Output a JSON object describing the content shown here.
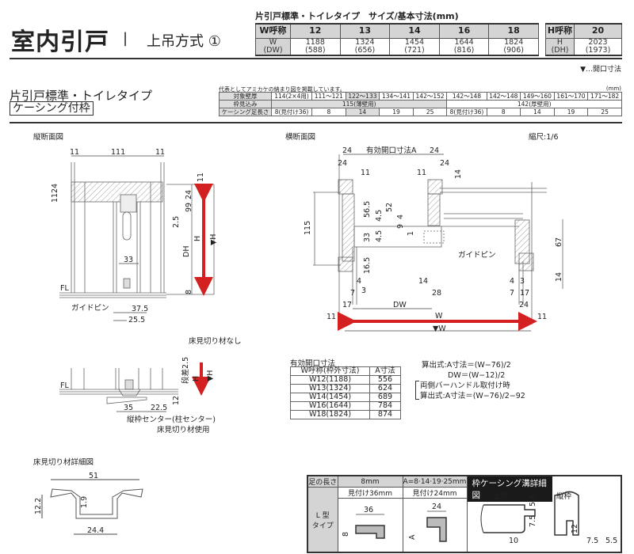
{
  "header": {
    "title": "室内引戸",
    "separator": "|",
    "subtitle": "上吊方式 ①"
  },
  "size_table": {
    "caption": "片引戸標準・トイレタイプ　サイズ/基本寸法(mm)",
    "w_label": "W呼称",
    "w_columns": [
      "12",
      "13",
      "14",
      "16",
      "18"
    ],
    "w_row_label": [
      "W",
      "(DW)"
    ],
    "w_values": [
      [
        "1188",
        "(588)"
      ],
      [
        "1324",
        "(656)"
      ],
      [
        "1454",
        "(721)"
      ],
      [
        "1644",
        "(816)"
      ],
      [
        "1824",
        "(906)"
      ]
    ],
    "h_label": "H呼称",
    "h_column": "20",
    "h_row_label": [
      "H",
      "(DH)"
    ],
    "h_value": [
      "2023",
      "(1973)"
    ]
  },
  "legend_note": "▼…開口寸法",
  "section": {
    "title": "片引戸標準・トイレタイプ",
    "badge": "ケーシング付枠"
  },
  "wall_table": {
    "note": "代表としてアミカケの納まり図を掲載しています。",
    "unit": "(mm)",
    "rows": [
      {
        "label": "対象壁厚",
        "cells": [
          "114(2×4用)",
          "111〜121",
          "122〜133",
          "134〜141",
          "142〜152",
          "142〜148",
          "142〜148",
          "149〜160",
          "161〜170",
          "171〜182"
        ]
      },
      {
        "label": "枠見込み",
        "cells": [
          "115(薄壁用)",
          "142(厚壁用)"
        ]
      },
      {
        "label": "ケーシング足長さ",
        "cells": [
          "8(見付け36)",
          "8",
          "14",
          "19",
          "25",
          "8(見付け36)",
          "8",
          "14",
          "19",
          "25"
        ]
      }
    ]
  },
  "vertical_section": {
    "title": "縦断面図",
    "labels": [
      "11",
      "111",
      "11",
      "11",
      "24",
      "11",
      "24",
      "99",
      "2.5",
      "DH",
      "H",
      "▼H",
      "8",
      "33",
      "FL",
      "ガイドピン",
      "37.5",
      "25.5"
    ],
    "note": "床見切り材なし"
  },
  "horizontal_section": {
    "title": "横断面図",
    "scale": "縮尺:1/6",
    "labels": [
      "24",
      "有効開口寸法A",
      "24",
      "24",
      "11",
      "11",
      "24",
      "14",
      "115",
      "56.5",
      "4.5",
      "52",
      "4",
      "9",
      "33",
      "4.5",
      "16.5",
      "1",
      "ガイドピン",
      "67",
      "14",
      "4",
      "14",
      "4",
      "3",
      "7",
      "3",
      "28",
      "7",
      "17",
      "17",
      "DW",
      "24",
      "11",
      "W",
      "11",
      "▼W"
    ]
  },
  "opening_table": {
    "title": "有効開口寸法",
    "headers": [
      "W呼称(枠外寸法)",
      "A寸法"
    ],
    "rows": [
      [
        "W12(1188)",
        "556"
      ],
      [
        "W13(1324)",
        "624"
      ],
      [
        "W14(1454)",
        "689"
      ],
      [
        "W16(1644)",
        "784"
      ],
      [
        "W18(1824)",
        "874"
      ]
    ]
  },
  "formulas": [
    "算出式:A寸法＝(W−76)/2",
    "DW＝(W−12)/2",
    "両側バーハンドル取付け時",
    "算出式:A寸法＝(W−76)/2−92"
  ],
  "floor_section": {
    "labels": [
      "FL",
      "段差2.5",
      "H",
      "▼H",
      "12",
      "35",
      "22.5"
    ],
    "note1": "縦枠センター(柱センター)",
    "note2": "床見切り材使用"
  },
  "floor_trim": {
    "title": "床見切り材詳細図",
    "labels": [
      "51",
      "12.2",
      "1.9",
      "24.4"
    ]
  },
  "casing_table": {
    "leg_label": "足の長さ",
    "col1": "8mm",
    "col2": "A=8·14·19·25mm",
    "detail_title": "枠ケーシング溝詳細図",
    "face1": "見付け36mm",
    "face2": "見付け24mm",
    "type_label": [
      "L 型",
      "タイプ"
    ],
    "icon1_labels": [
      "36",
      "8"
    ],
    "icon2_labels": [
      "24",
      "A"
    ],
    "detail_labels": [
      "上枠",
      "5.5",
      "7.5",
      "10",
      "縦枠",
      "12",
      "7.5",
      "5.5"
    ]
  },
  "colors": {
    "accent_arrow": "#d42020",
    "header_gray": "#d4d4d4",
    "detail_header": "#1a1a1a"
  }
}
